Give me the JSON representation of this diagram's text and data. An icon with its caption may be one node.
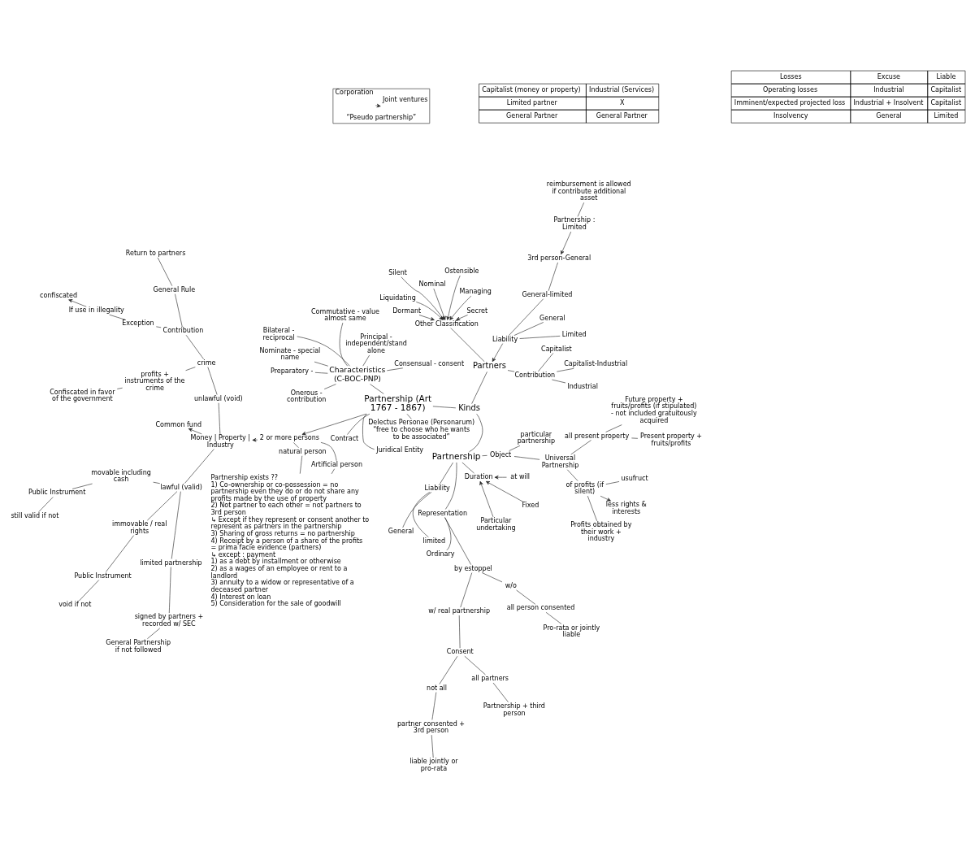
{
  "diagram": {
    "nodes": [
      {
        "text": [
          "liable jointly or pro-rata"
        ]
      },
      {
        "text": [
          "partner consented + 3rd person"
        ]
      },
      {
        "text": [
          "Partnership + third person"
        ]
      },
      {
        "text": [
          "not all"
        ]
      },
      {
        "text": [
          "all partners"
        ]
      },
      {
        "text": [
          "Pro-rata or jointly liable"
        ]
      },
      {
        "text": [
          "Consent"
        ]
      },
      {
        "text": [
          "all person consented"
        ]
      },
      {
        "text": [
          "w/o"
        ]
      },
      {
        "text": [
          "w/ real partnership"
        ]
      },
      {
        "text": [
          "by estoppel"
        ]
      },
      {
        "text": [
          "Ordinary"
        ]
      },
      {
        "text": [
          "Representation"
        ]
      },
      {
        "text": [
          "Present property + fruits/profits"
        ]
      },
      {
        "text": [
          "Future property + fruits/profits (if stipulated) - not included gratuitously acquired"
        ]
      },
      {
        "text": [
          "all present property"
        ]
      },
      {
        "text": [
          "Profits obtained by their work + industry"
        ]
      },
      {
        "text": [
          "General"
        ]
      },
      {
        "text": [
          "limited"
        ]
      },
      {
        "text": [
          "particular partnership"
        ]
      },
      {
        "text": [
          "Fixed"
        ]
      },
      {
        "text": [
          "Particular undertaking"
        ]
      },
      {
        "text": [
          "Ostensible"
        ]
      },
      {
        "text": [
          "Nominal"
        ]
      },
      {
        "text": [
          "Silent"
        ]
      },
      {
        "text": [
          "Secret"
        ]
      },
      {
        "text": [
          "at will"
        ]
      },
      {
        "text": [
          "Universal Partnership"
        ]
      },
      {
        "text": [
          "of profits (if silent)"
        ]
      },
      {
        "text": [
          "usufruct"
        ]
      },
      {
        "text": [
          "Duration"
        ]
      },
      {
        "text": [
          "Liability"
        ]
      },
      {
        "text": [
          "Dormant"
        ]
      },
      {
        "text": [
          "Liquidating"
        ]
      },
      {
        "text": [
          "Object"
        ]
      },
      {
        "text": [
          "less rights & interests"
        ]
      },
      {
        "text": [
          "Managing"
        ]
      },
      {
        "text": [
          "Other Classification"
        ]
      },
      {
        "text": [
          "Partnership"
        ]
      },
      {
        "text": [
          "Partners"
        ]
      },
      {
        "text": [
          "Nominate - special name"
        ]
      },
      {
        "text": [
          "Preparatory -"
        ]
      },
      {
        "text": [
          "Capitalist"
        ]
      },
      {
        "text": [
          "Contribution"
        ]
      },
      {
        "text": [
          "Liability"
        ]
      },
      {
        "text": [
          "Kinds"
        ]
      },
      {
        "text": [
          "Consensual - consent"
        ]
      },
      {
        "text": [
          "Principal - independent/stand alone"
        ]
      },
      {
        "text": [
          "Industrial"
        ]
      },
      {
        "text": [
          "General-limited"
        ]
      },
      {
        "text": [
          "Limited"
        ]
      },
      {
        "text": [
          "General"
        ]
      },
      {
        "text": [
          "Bilateral - reciprocal"
        ]
      },
      {
        "text": [
          "Capitalist-Industrial"
        ]
      },
      {
        "text": [
          "Commutative - value almost same"
        ]
      },
      {
        "text": [
          "3rd person-General"
        ]
      },
      {
        "text": [
          "Onerous - contribution"
        ]
      },
      {
        "text": [
          "Characteristics (C-BOC-PNP)"
        ]
      },
      {
        "text": [
          "Partnership : Limited"
        ]
      },
      {
        "text": [
          "reimbursement is allowed if contribute additional asset"
        ]
      },
      {
        "text": [
          "Contract"
        ]
      },
      {
        "text": [
          "Partnership (Art 1767 - 1867)"
        ]
      },
      {
        "text": [
          "Juridical Entity"
        ]
      },
      {
        "text": [
          "General Partnership if not followed"
        ]
      },
      {
        "text": [
          "signed by partners + recorded w/ SEC"
        ]
      },
      {
        "text": [
          "limited partnership"
        ]
      },
      {
        "text": [
          "2 or more persons"
        ]
      },
      {
        "text": [
          "Delectus Personae (Personarum)",
          "“free to choose who he wants to be associated”"
        ]
      },
      {
        "text": [
          "Public Instrument"
        ]
      },
      {
        "text": [
          "movable including cash"
        ]
      },
      {
        "text": [
          "lawful (valid)"
        ]
      },
      {
        "text": [
          "Money | Property | Industry"
        ]
      },
      {
        "text": [
          "natural person"
        ]
      },
      {
        "text": [
          "Partnership exists ??",
          "1) Co-ownership or co-possession = no partnership even they do or do not share any profits made by the use of property",
          "2) Not partner to each other = not partners to 3rd person",
          "↳ Except if they represent or consent another to represent as partners in the partnership",
          "3) Sharing of gross returns = no partnership",
          "4) Receipt by a person of a share of the profits = prima facie evidence (partners)",
          "↳ except : payment",
          "1) as a debt by installment or otherwise",
          "2) as a wages of an employee or rent to a landlord",
          "3) annuity to a widow or representative of a deceased partner",
          "4) Interest on loan",
          "5) Consideration for the sale of goodwill"
        ]
      },
      {
        "text": [
          "still valid if not"
        ]
      },
      {
        "text": [
          "immovable / real rights"
        ]
      },
      {
        "text": [
          "unlawful (void)"
        ]
      },
      {
        "text": [
          "Artificial person"
        ]
      },
      {
        "text": [
          "Common fund"
        ]
      },
      {
        "text": [
          "Public Instrument"
        ]
      },
      {
        "text": [
          "void if not"
        ]
      },
      {
        "text": [
          "crime"
        ]
      },
      {
        "text": [
          "“Pseudo partnership”"
        ]
      },
      {
        "text": [
          "Corporation"
        ],
        "in": 82
      },
      {
        "text": [
          "Joint ventures"
        ],
        "in": 82
      },
      {
        "text": [
          "profits + instruments of the crime"
        ]
      },
      {
        "text": [
          "Contribution"
        ]
      },
      {
        "text": [
          "Exception"
        ]
      },
      {
        "text": [
          "If use in illegality"
        ]
      },
      {
        "text": [
          "General Rule"
        ]
      },
      {
        "text": [
          "confiscated"
        ]
      },
      {
        "text": [
          "Return to partners"
        ]
      },
      {
        "text": [
          "Confiscated in favor of the government"
        ]
      }
    ],
    "edges": [
      {
        "from": 1,
        "to": 0,
        "arrow": "none"
      },
      {
        "from": 3,
        "to": 1,
        "arrow": "none"
      },
      {
        "from": 4,
        "to": 2,
        "arrow": "none"
      },
      {
        "from": 6,
        "to": 3,
        "arrow": "none"
      },
      {
        "from": 6,
        "to": 4,
        "arrow": "none"
      },
      {
        "from": 7,
        "to": 5,
        "arrow": "none"
      },
      {
        "from": 8,
        "to": 7,
        "arrow": "none"
      },
      {
        "from": 9,
        "to": 6,
        "arrow": "none"
      },
      {
        "from": 10,
        "to": 8,
        "arrow": "none"
      },
      {
        "from": 10,
        "to": 9,
        "arrow": "none"
      },
      {
        "from": 12,
        "to": 10,
        "arrow": "none"
      },
      {
        "from": 12,
        "to": 11,
        "arrow": "none"
      },
      {
        "from": 38,
        "to": 12,
        "arrow": "none"
      },
      {
        "from": 20,
        "to": 30,
        "arrow": "to"
      },
      {
        "from": 21,
        "to": 30,
        "arrow": "to"
      },
      {
        "from": 26,
        "to": 30,
        "arrow": "to"
      },
      {
        "from": 38,
        "to": 30,
        "arrow": "none"
      },
      {
        "from": 31,
        "to": 17,
        "arrow": "none"
      },
      {
        "from": 31,
        "to": 18,
        "arrow": "none"
      },
      {
        "from": 38,
        "to": 31,
        "arrow": "none"
      },
      {
        "from": 38,
        "to": 34,
        "arrow": "none"
      },
      {
        "from": 34,
        "to": 19,
        "arrow": "none"
      },
      {
        "from": 34,
        "to": 27,
        "arrow": "none"
      },
      {
        "from": 27,
        "to": 15,
        "arrow": "none"
      },
      {
        "from": 27,
        "to": 28,
        "arrow": "none"
      },
      {
        "from": 15,
        "to": 13,
        "arrow": "none"
      },
      {
        "from": 15,
        "to": 14,
        "arrow": "none"
      },
      {
        "from": 28,
        "to": 16,
        "arrow": "none"
      },
      {
        "from": 28,
        "to": 29,
        "arrow": "none"
      },
      {
        "from": 28,
        "to": 35,
        "arrow": "to"
      },
      {
        "from": 22,
        "to": 37,
        "arrow": "to"
      },
      {
        "from": 23,
        "to": 37,
        "arrow": "to"
      },
      {
        "from": 24,
        "to": 37,
        "arrow": "to"
      },
      {
        "from": 25,
        "to": 37,
        "arrow": "to"
      },
      {
        "from": 32,
        "to": 37,
        "arrow": "to"
      },
      {
        "from": 33,
        "to": 37,
        "arrow": "to"
      },
      {
        "from": 36,
        "to": 37,
        "arrow": "to"
      },
      {
        "from": 39,
        "to": 37,
        "arrow": "none"
      },
      {
        "from": 39,
        "to": 43,
        "arrow": "none"
      },
      {
        "from": 44,
        "to": 39,
        "arrow": "to"
      },
      {
        "from": 43,
        "to": 42,
        "arrow": "none"
      },
      {
        "from": 43,
        "to": 48,
        "arrow": "none"
      },
      {
        "from": 43,
        "to": 53,
        "arrow": "none"
      },
      {
        "from": 44,
        "to": 49,
        "arrow": "none"
      },
      {
        "from": 44,
        "to": 50,
        "arrow": "none"
      },
      {
        "from": 44,
        "to": 51,
        "arrow": "none"
      },
      {
        "from": 49,
        "to": 55,
        "arrow": "none"
      },
      {
        "from": 58,
        "to": 55,
        "arrow": "to"
      },
      {
        "from": 58,
        "to": 59,
        "arrow": "none"
      },
      {
        "from": 45,
        "to": 39,
        "arrow": "none"
      },
      {
        "from": 45,
        "to": 38,
        "arrow": "none"
      },
      {
        "from": 45,
        "to": 61,
        "arrow": "none"
      },
      {
        "from": 61,
        "to": 57,
        "arrow": "none"
      },
      {
        "from": 57,
        "to": 40,
        "arrow": "none"
      },
      {
        "from": 57,
        "to": 41,
        "arrow": "none"
      },
      {
        "from": 57,
        "to": 46,
        "arrow": "none"
      },
      {
        "from": 57,
        "to": 47,
        "arrow": "none"
      },
      {
        "from": 57,
        "to": 52,
        "arrow": "none"
      },
      {
        "from": 57,
        "to": 54,
        "arrow": "none"
      },
      {
        "from": 57,
        "to": 56,
        "arrow": "none"
      },
      {
        "from": 61,
        "to": 60,
        "arrow": "none"
      },
      {
        "from": 61,
        "to": 62,
        "arrow": "none"
      },
      {
        "from": 61,
        "to": 67,
        "arrow": "none"
      },
      {
        "from": 61,
        "to": 66,
        "arrow": "to"
      },
      {
        "from": 66,
        "to": 71,
        "arrow": "to"
      },
      {
        "from": 71,
        "to": 78,
        "arrow": "to"
      },
      {
        "from": 66,
        "to": 72,
        "arrow": "none"
      },
      {
        "from": 66,
        "to": 77,
        "arrow": "none"
      },
      {
        "from": 72,
        "to": 73,
        "arrow": "none"
      },
      {
        "from": 77,
        "to": 73,
        "arrow": "none"
      },
      {
        "from": 71,
        "to": 70,
        "arrow": "none"
      },
      {
        "from": 71,
        "to": 76,
        "arrow": "none"
      },
      {
        "from": 70,
        "to": 65,
        "arrow": "none"
      },
      {
        "from": 65,
        "to": 64,
        "arrow": "none"
      },
      {
        "from": 64,
        "to": 63,
        "arrow": "none"
      },
      {
        "from": 70,
        "to": 69,
        "arrow": "none"
      },
      {
        "from": 70,
        "to": 75,
        "arrow": "none"
      },
      {
        "from": 69,
        "to": 68,
        "arrow": "none"
      },
      {
        "from": 68,
        "to": 74,
        "arrow": "none"
      },
      {
        "from": 75,
        "to": 79,
        "arrow": "none"
      },
      {
        "from": 79,
        "to": 80,
        "arrow": "none"
      },
      {
        "from": 76,
        "to": 81,
        "arrow": "none"
      },
      {
        "from": 81,
        "to": 85,
        "arrow": "none"
      },
      {
        "from": 81,
        "to": 86,
        "arrow": "none"
      },
      {
        "from": 85,
        "to": 92,
        "arrow": "none"
      },
      {
        "from": 86,
        "to": 89,
        "arrow": "none"
      },
      {
        "from": 86,
        "to": 87,
        "arrow": "none"
      },
      {
        "from": 89,
        "to": 91,
        "arrow": "none"
      },
      {
        "from": 87,
        "to": 88,
        "arrow": "none"
      },
      {
        "from": 88,
        "to": 90,
        "arrow": "to"
      },
      {
        "from": 83,
        "to": 84,
        "arrow": "to"
      }
    ],
    "labels": [
      "Losses",
      "Excuse",
      "Liable",
      "Operating losses",
      "Industrial",
      "Capitalist",
      "Imminent/expected projected loss",
      "Industrial + Insolvent",
      "Capitalist",
      "Insolvency",
      "General",
      "Limited",
      "Capitalist (money or property)",
      "Industrial (Services)",
      "Limited partner",
      "X",
      "General Partner",
      "General Partner"
    ]
  }
}
